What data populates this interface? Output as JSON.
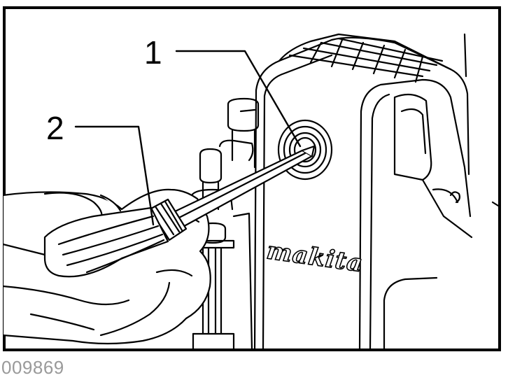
{
  "illustration": {
    "callouts": [
      {
        "number": "1"
      },
      {
        "number": "2"
      }
    ],
    "brand_text": "makita",
    "figure_id": "009869"
  }
}
